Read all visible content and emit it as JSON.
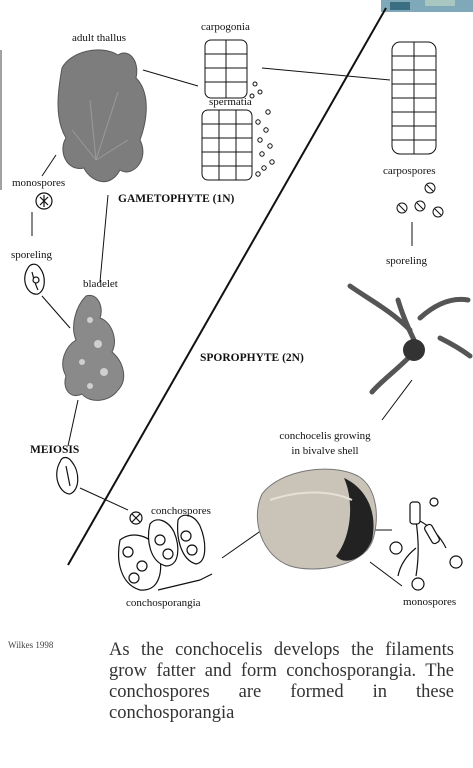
{
  "labels": {
    "adult_thallus": "adult thallus",
    "carpogonia": "carpogonia",
    "spermatia": "spermatia",
    "monospores_left": "monospores",
    "gametophyte": "GAMETOPHYTE (1N)",
    "carpospores": "carpospores",
    "sporeling_left": "sporeling",
    "sporeling_right": "sporeling",
    "bladelet": "bladelet",
    "sporophyte": "SPOROPHYTE (2N)",
    "meiosis": "MEIOSIS",
    "conchocelis_line1": "conchocelis growing",
    "conchocelis_line2": "in bivalve shell",
    "conchospores": "conchospores",
    "conchosporangia": "conchosporangia",
    "monospores_right": "monospores"
  },
  "credit": "Wilkes 1998",
  "caption": "As the conchocelis develops the filaments grow fatter and form conchosporangia.  The conchospores are formed in these conchosporangia",
  "colors": {
    "thallus": "#7d7d7d",
    "shell": "#c9c3b8",
    "ink": "#111111"
  }
}
